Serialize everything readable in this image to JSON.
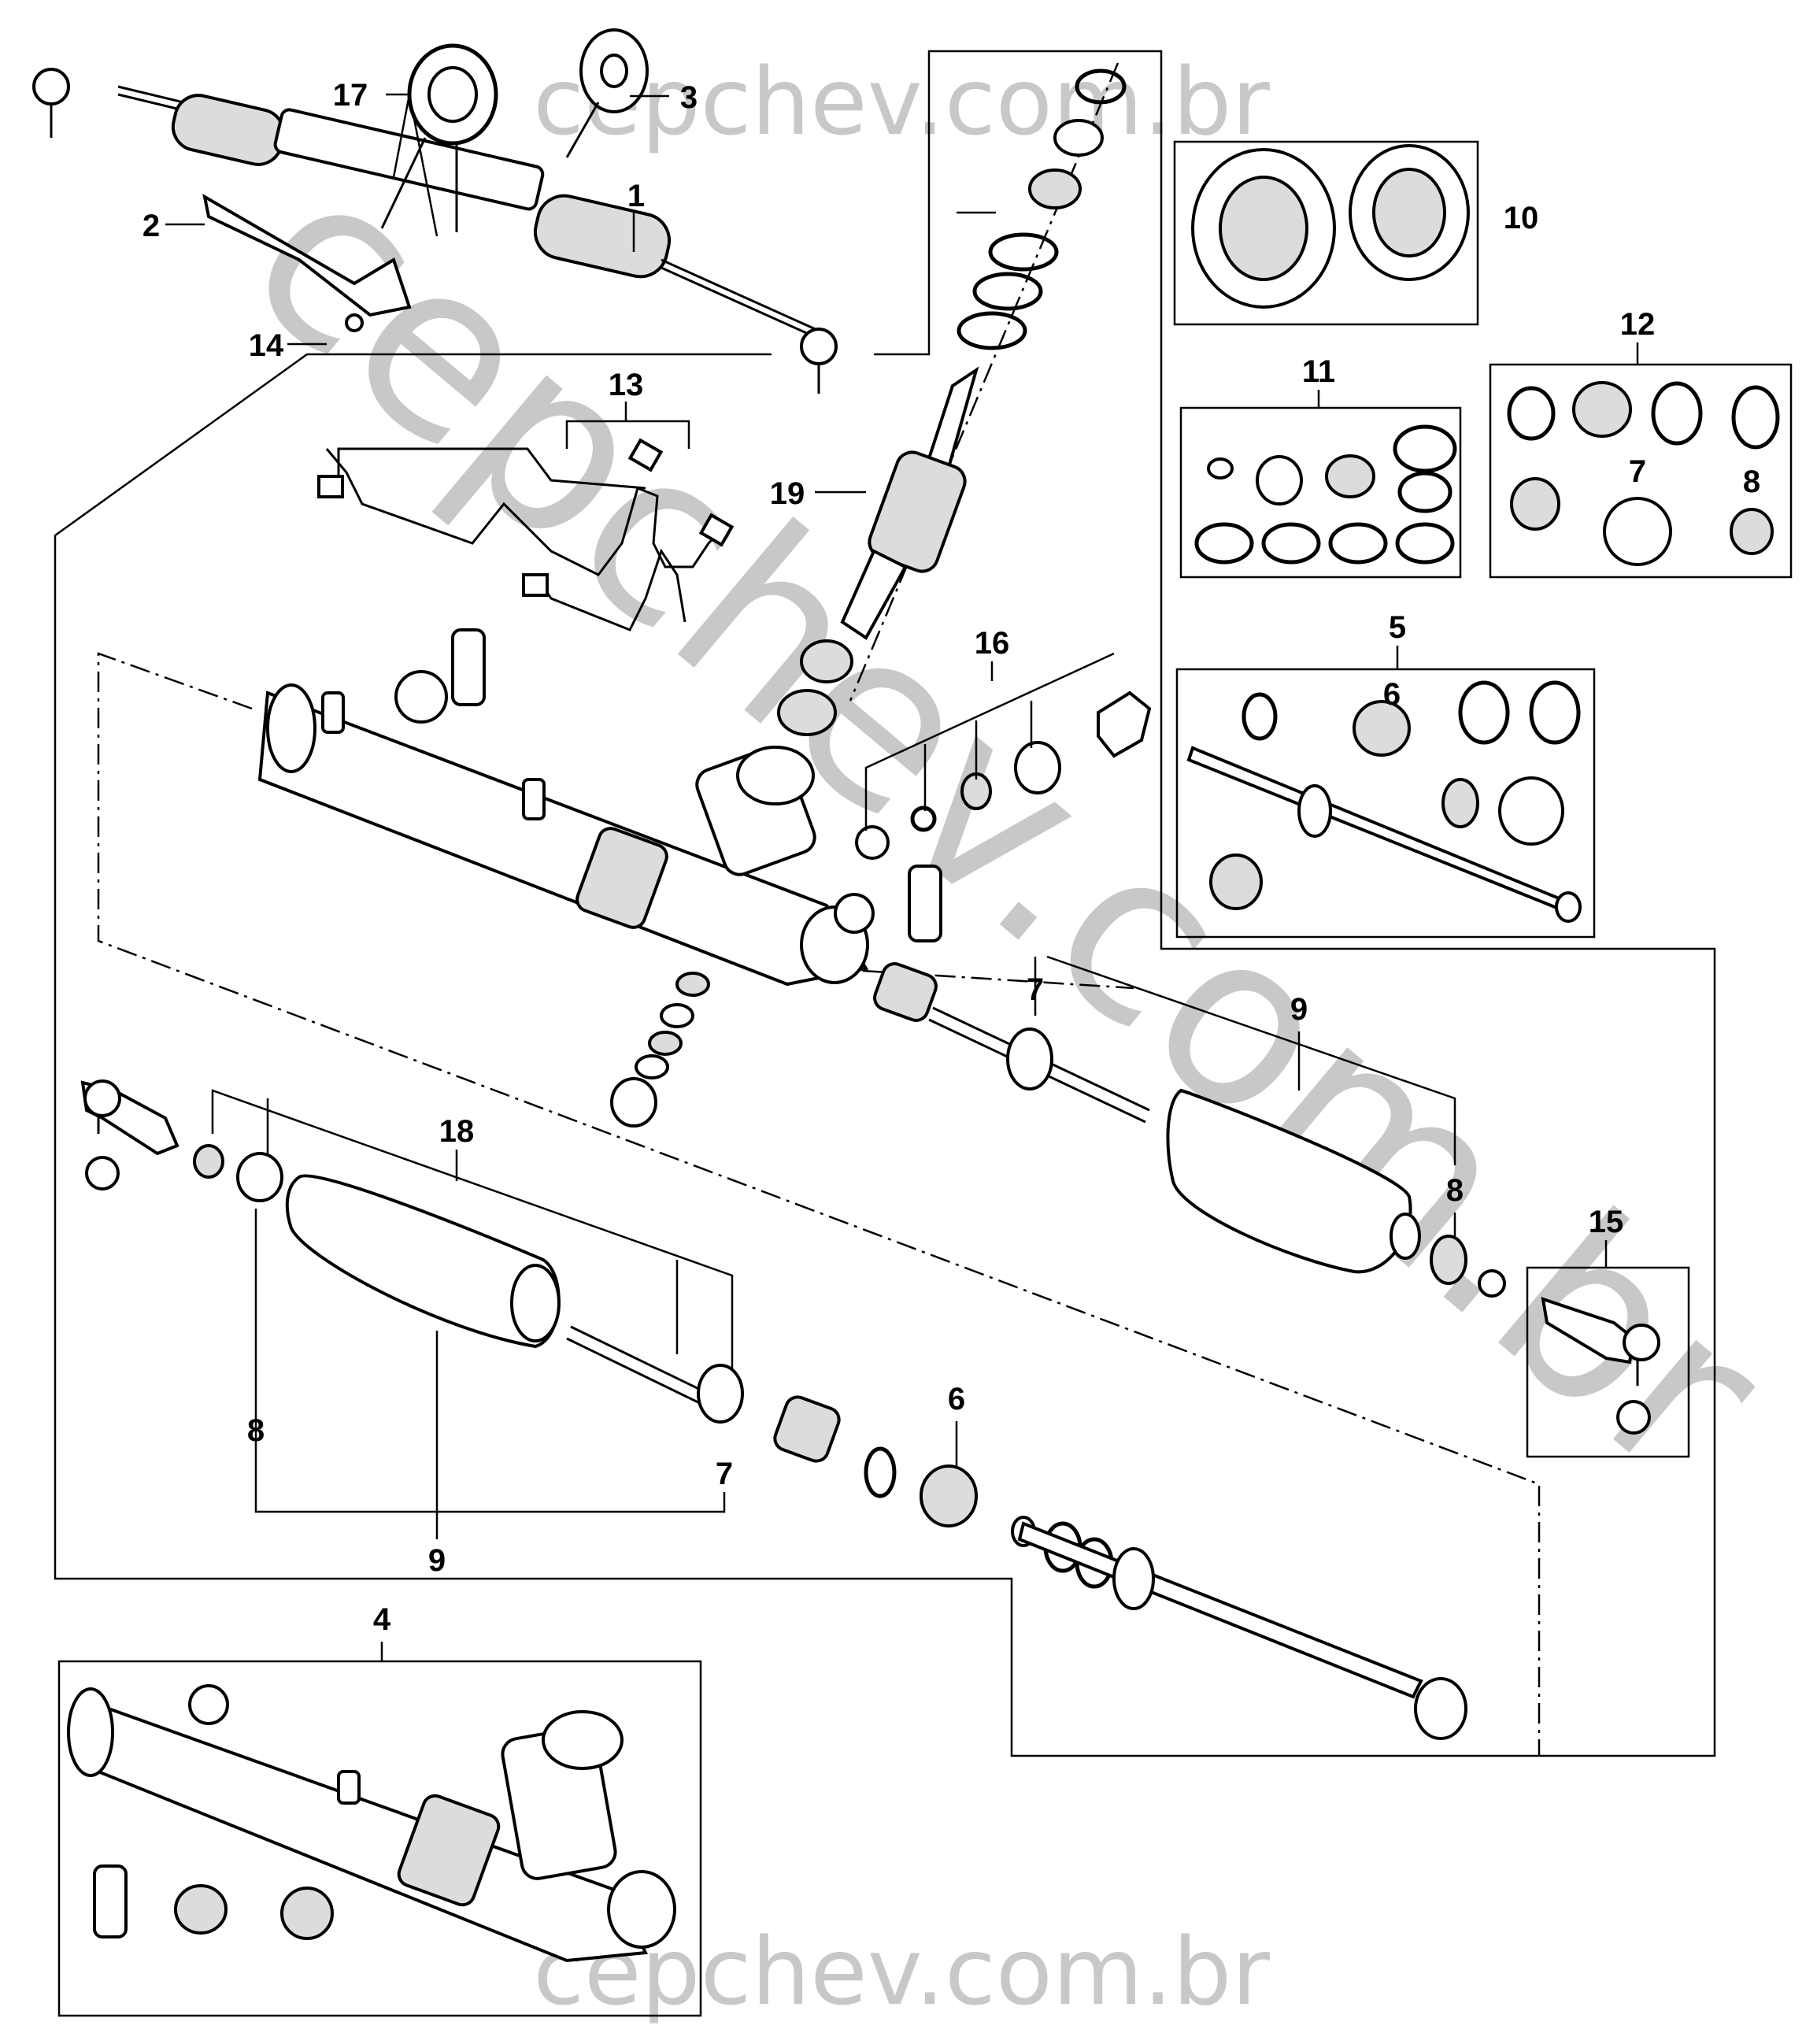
{
  "watermarks": {
    "top": "cepchev.com.br",
    "bottom": "cepchev.com.br",
    "diagonal": "cepchev.com.br"
  },
  "callouts": {
    "c1": "1",
    "c2": "2",
    "c3": "3",
    "c4": "4",
    "c5": "5",
    "c6a": "6",
    "c6b": "6",
    "c7a": "7",
    "c7b": "7",
    "c7c": "7",
    "c8a": "8",
    "c8b": "8",
    "c8c": "8",
    "c9a": "9",
    "c9b": "9",
    "c10": "10",
    "c11": "11",
    "c12": "12",
    "c13": "13",
    "c14": "14",
    "c15": "15",
    "c16": "16",
    "c17": "17",
    "c18": "18",
    "c19": "19"
  }
}
